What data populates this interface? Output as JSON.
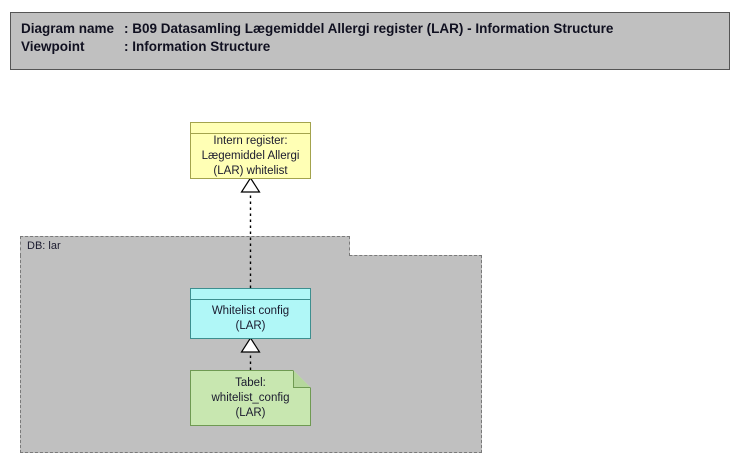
{
  "header": {
    "line1_label": "Diagram name",
    "line1_sep": ":",
    "line1_value": "B09 Datasamling Lægemiddel Allergi register (LAR) - Information Structure",
    "line2_label": "Viewpoint",
    "line2_sep": ":",
    "line2_value": "Information Structure",
    "background_color": "#c0c0c0",
    "border_color": "#555555"
  },
  "diagram": {
    "background_color": "#ffffff",
    "group": {
      "name": "group-db-lar",
      "label": "DB: lar",
      "fill_color": "#c0c0c0",
      "border_color": "#7a7a7a",
      "border_style": "dashed"
    },
    "nodes": [
      {
        "id": "intern-register",
        "label": "Intern register:\nLægemiddel Allergi\n(LAR) whitelist",
        "shape": "rectangle-with-header-band",
        "fill_color": "#ffffb5",
        "border_color": "#a3a34d"
      },
      {
        "id": "whitelist-config",
        "label": "Whitelist config\n(LAR)",
        "shape": "rectangle-with-header-band",
        "fill_color": "#b0f7f7",
        "border_color": "#3d8f8f"
      },
      {
        "id": "tabel-whitelist-config",
        "label": "Tabel:\nwhitelist_config\n(LAR)",
        "shape": "note-folded-corner",
        "fill_color": "#c8e7b0",
        "border_color": "#6f9a52"
      }
    ],
    "connectors": [
      {
        "id": "realization-whitelist-config-to-intern-register",
        "from": "whitelist-config",
        "to": "intern-register",
        "line_style": "dotted",
        "arrowhead": "hollow-triangle",
        "color": "#000000"
      },
      {
        "id": "realization-tabel-to-whitelist-config",
        "from": "tabel-whitelist-config",
        "to": "whitelist-config",
        "line_style": "dotted",
        "arrowhead": "hollow-triangle",
        "color": "#000000"
      }
    ]
  }
}
